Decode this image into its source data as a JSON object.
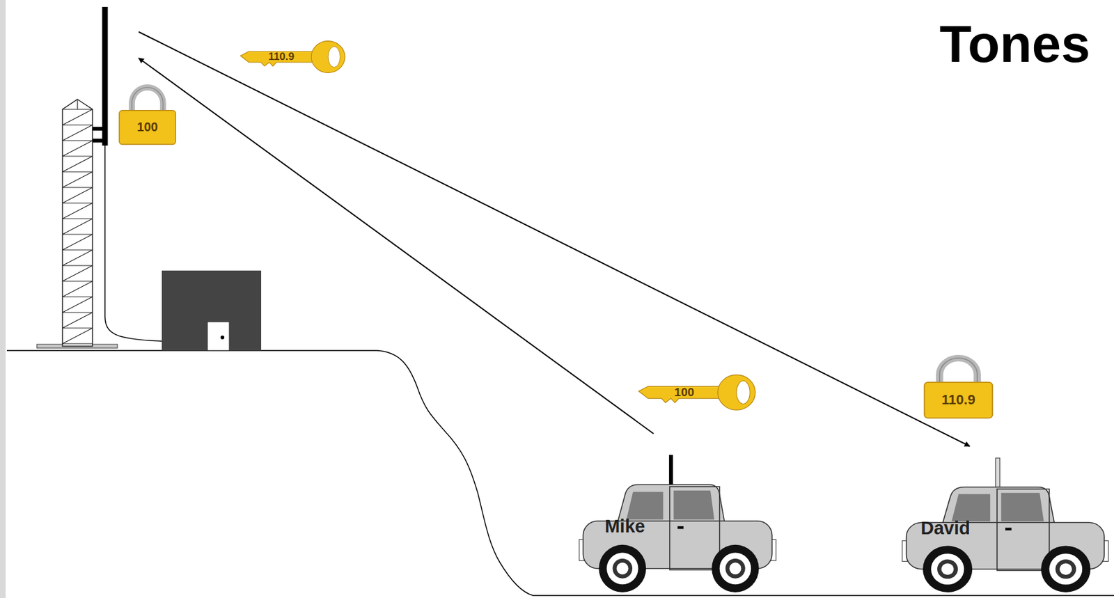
{
  "diagram": {
    "title": "Tones",
    "nodes": [
      {
        "text": [
          "110.9"
        ]
      },
      {
        "text": [
          "100"
        ]
      },
      {
        "text": [
          "100"
        ]
      },
      {
        "text": [
          "110.9"
        ]
      },
      {
        "text": [
          "Mike"
        ]
      },
      {
        "text": [
          "David"
        ]
      }
    ]
  }
}
